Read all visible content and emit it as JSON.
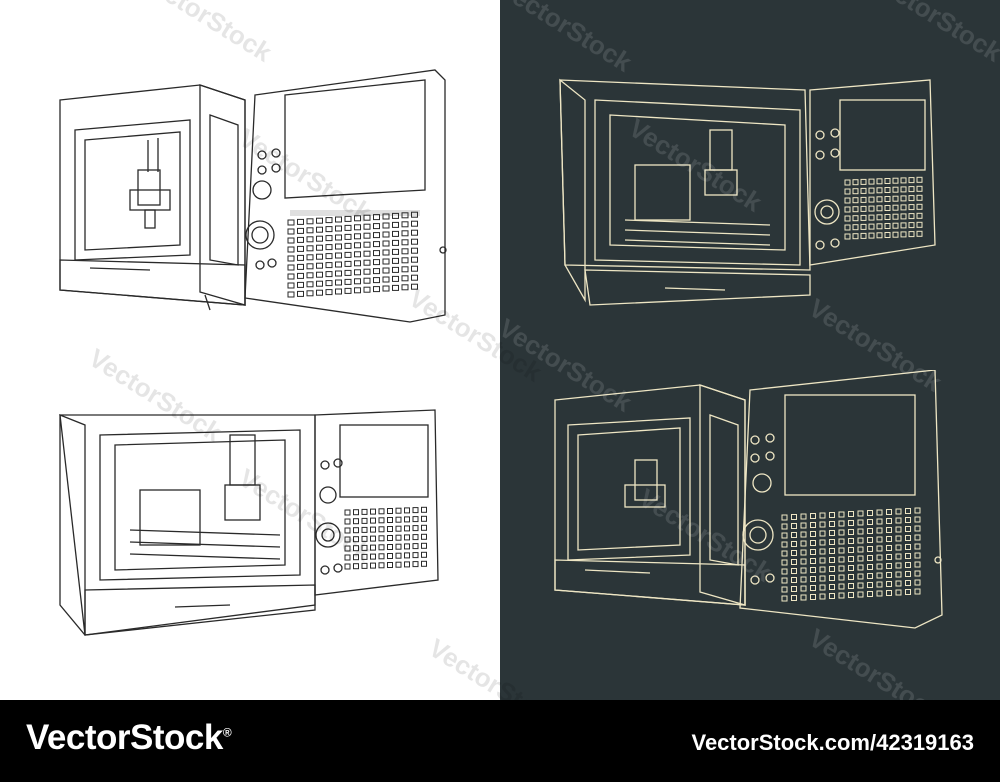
{
  "footer": {
    "brand_text": "VectorStock",
    "registered_mark": "®",
    "image_id": "VectorStock.com/42319163"
  },
  "watermark": {
    "text": "VectorStock"
  },
  "colors": {
    "background_light": "#ffffff",
    "background_dark": "#2b3538",
    "line_dark": "#2a2a2a",
    "line_cream": "#eee6c4",
    "footer": "#000000"
  },
  "drawings": [
    {
      "name": "cnc-machine-front-view",
      "style": "outline-on-white"
    },
    {
      "name": "cnc-machine-rear-view",
      "style": "cream-on-dark"
    },
    {
      "name": "cnc-machine-angle-view",
      "style": "outline-on-white"
    },
    {
      "name": "cnc-machine-side-view",
      "style": "cream-on-dark"
    }
  ]
}
